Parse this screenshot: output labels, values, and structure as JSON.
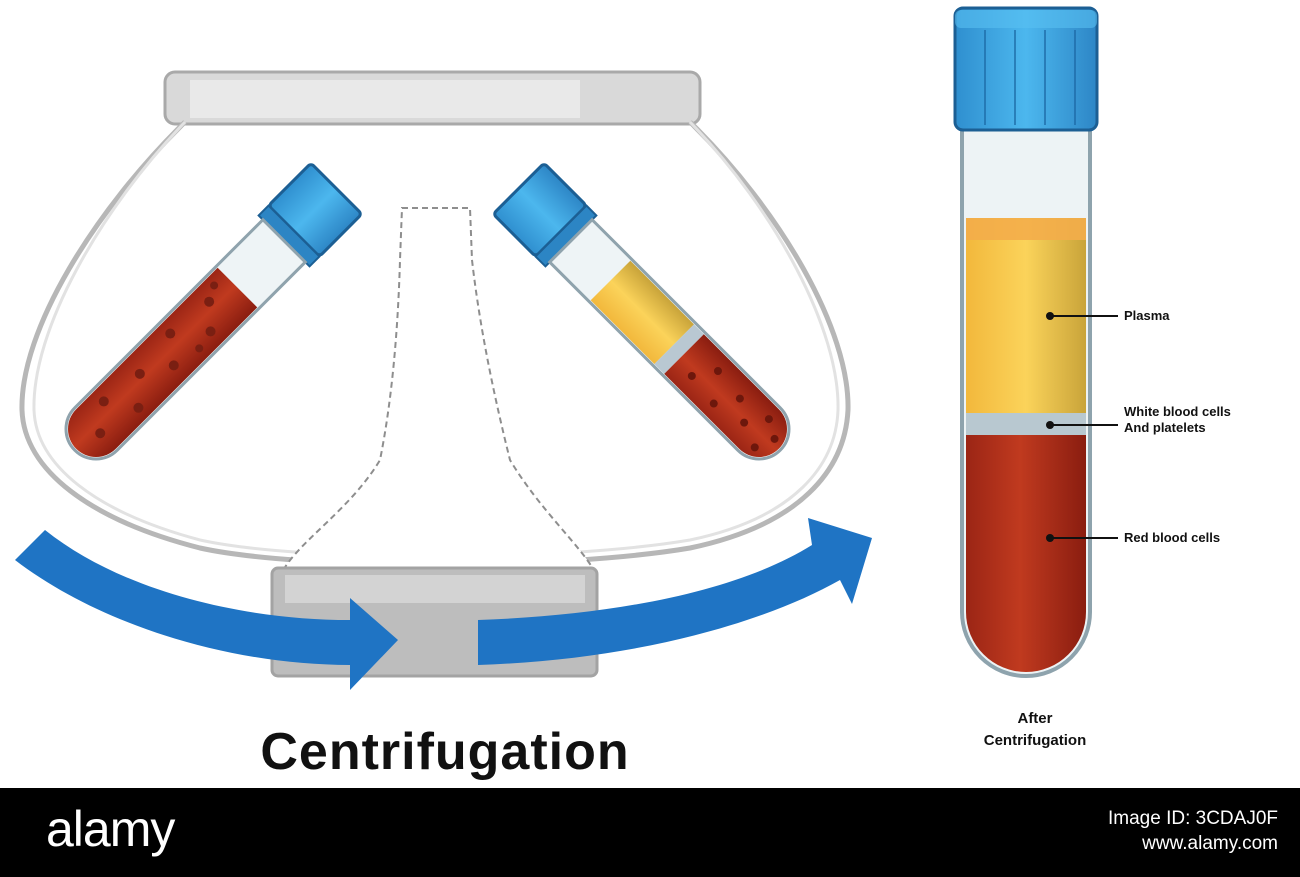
{
  "diagram": {
    "title": "Centrifugation",
    "after_label_line1": "After",
    "after_label_line2": "Centrifugation",
    "labels": {
      "plasma": "Plasma",
      "wbc_line1": "White blood cells",
      "wbc_line2": "And platelets",
      "rbc": "Red blood cells"
    }
  },
  "colors": {
    "blood": "#b5341b",
    "plasma": "#f6c64a",
    "cap": "#3aa7e0",
    "arrow": "#1f74c4",
    "frame": "#c8c8c8"
  },
  "watermark": {
    "brand": "alamy",
    "image_id_label": "Image ID: 3CDAJ0F",
    "site": "www.alamy.com"
  }
}
